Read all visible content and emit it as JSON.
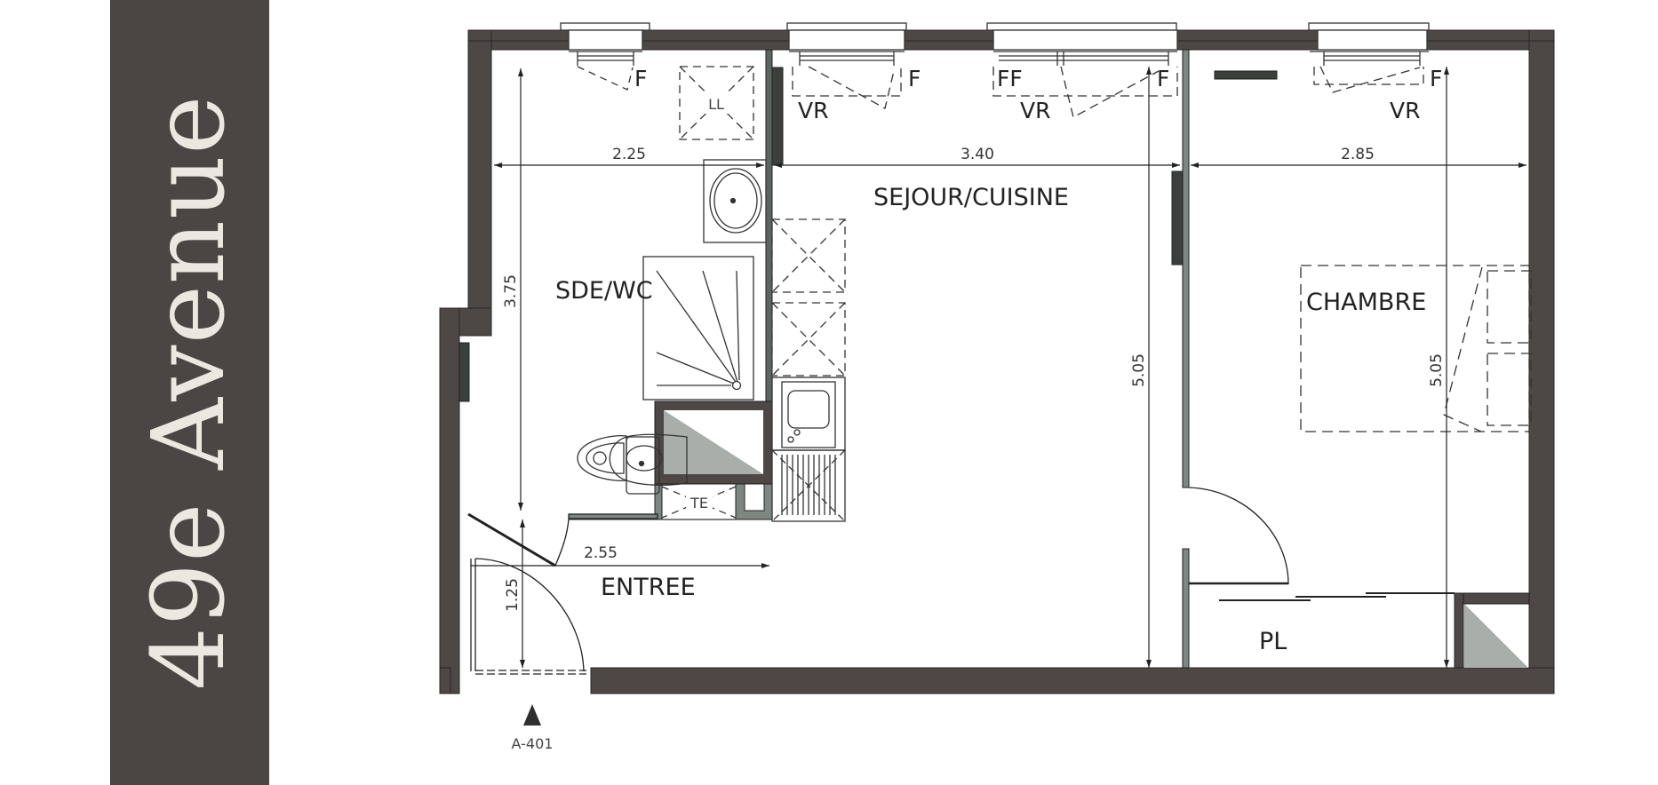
{
  "banner": {
    "title": "49e Avenue",
    "color": "#4b4544"
  },
  "plan": {
    "wall_color": "#4d4746",
    "rooms": [
      {
        "name": "SDE/WC"
      },
      {
        "name": "SEJOUR/CUISINE"
      },
      {
        "name": "CHAMBRE"
      },
      {
        "name": "ENTREE"
      },
      {
        "name": "PL"
      }
    ],
    "dimensions": {
      "sde_width": "2.25",
      "sejour_width": "3.40",
      "chambre_width": "2.85",
      "sde_height": "3.75",
      "sejour_height": "5.05",
      "chambre_height": "5.05",
      "entree_width": "2.55",
      "entree_height": "1.25"
    },
    "fixtures": {
      "washing_machine": "LL",
      "water_heater": "TE"
    },
    "window_labels": {
      "w1_f": "F",
      "w2_vr": "VR",
      "w2_f": "F",
      "w3_ff": "FF",
      "w3_vr": "VR",
      "w3_f": "F",
      "w4_vr": "VR",
      "w4_f": "F"
    },
    "section_marker": "A-401"
  }
}
